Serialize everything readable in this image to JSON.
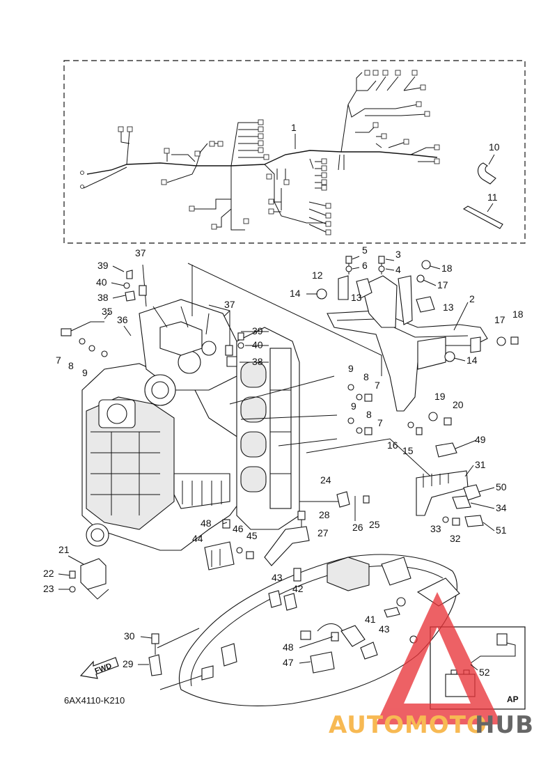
{
  "diagram": {
    "drawing_code": "6AX4110-K210",
    "fwd_label": "FWD",
    "inset_label": "AP",
    "watermark": {
      "part1": "AUTOMOTO",
      "part2": "HUB"
    },
    "colors": {
      "watermark_red": "#e8343a",
      "watermark_orange": "#f5a623",
      "watermark_dark": "#3c3c3c",
      "line": "#111111"
    },
    "callouts": [
      "1",
      "10",
      "11",
      "37",
      "39",
      "40",
      "38",
      "35",
      "36",
      "7",
      "8",
      "9",
      "37",
      "39",
      "40",
      "38",
      "9",
      "8",
      "7",
      "9",
      "8",
      "7",
      "5",
      "6",
      "3",
      "4",
      "18",
      "17",
      "12",
      "14",
      "13",
      "13",
      "2",
      "17",
      "18",
      "14",
      "19",
      "20",
      "16",
      "15",
      "49",
      "31",
      "50",
      "34",
      "33",
      "32",
      "51",
      "24",
      "26",
      "25",
      "28",
      "27",
      "48",
      "46",
      "45",
      "44",
      "43",
      "42",
      "21",
      "22",
      "23",
      "41",
      "43",
      "48",
      "47",
      "30",
      "29",
      "52"
    ]
  }
}
